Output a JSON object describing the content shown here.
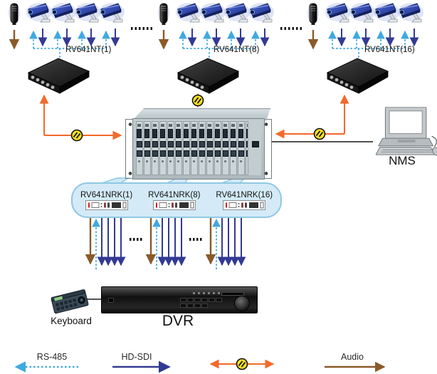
{
  "transmitters": [
    {
      "label": "RV641NT(1)"
    },
    {
      "label": "RV641NT(8)"
    },
    {
      "label": "RV641NT(16)"
    }
  ],
  "receivers": [
    {
      "label": "RV641NRK(1)"
    },
    {
      "label": "RV641NRK(8)"
    },
    {
      "label": "RV641NRK(16)"
    }
  ],
  "labels": {
    "nms": "NMS",
    "dvr": "DVR",
    "keyboard": "Keyboard"
  },
  "legend": {
    "rs485": {
      "label": "RS-485",
      "color": "#3fa9e0",
      "line_style": "dashed",
      "direction": "left"
    },
    "hdsdi": {
      "label": "HD-SDI",
      "color": "#333a94",
      "line_style": "solid",
      "direction": "right"
    },
    "fiber": {
      "color": "#f4692a",
      "line_style": "solid",
      "direction": "both",
      "symbol": "optical-fiber-coupler"
    },
    "audio": {
      "label": "Audio",
      "color": "#8a5a28",
      "line_style": "solid",
      "direction": "right"
    }
  },
  "icons": {
    "camera": "cctv-camera-icon",
    "microphone": "microphone-icon",
    "transmitter_box": "fiber-transmitter-icon",
    "rack": "receiver-rack-icon",
    "fiber_node": "optical-fiber-symbol",
    "nms": "computer-icon",
    "dvr": "dvr-icon",
    "keyboard": "control-keyboard-icon"
  },
  "counts": {
    "camera_groups": 3,
    "cameras_per_group": 4,
    "rack_cards": 16
  }
}
